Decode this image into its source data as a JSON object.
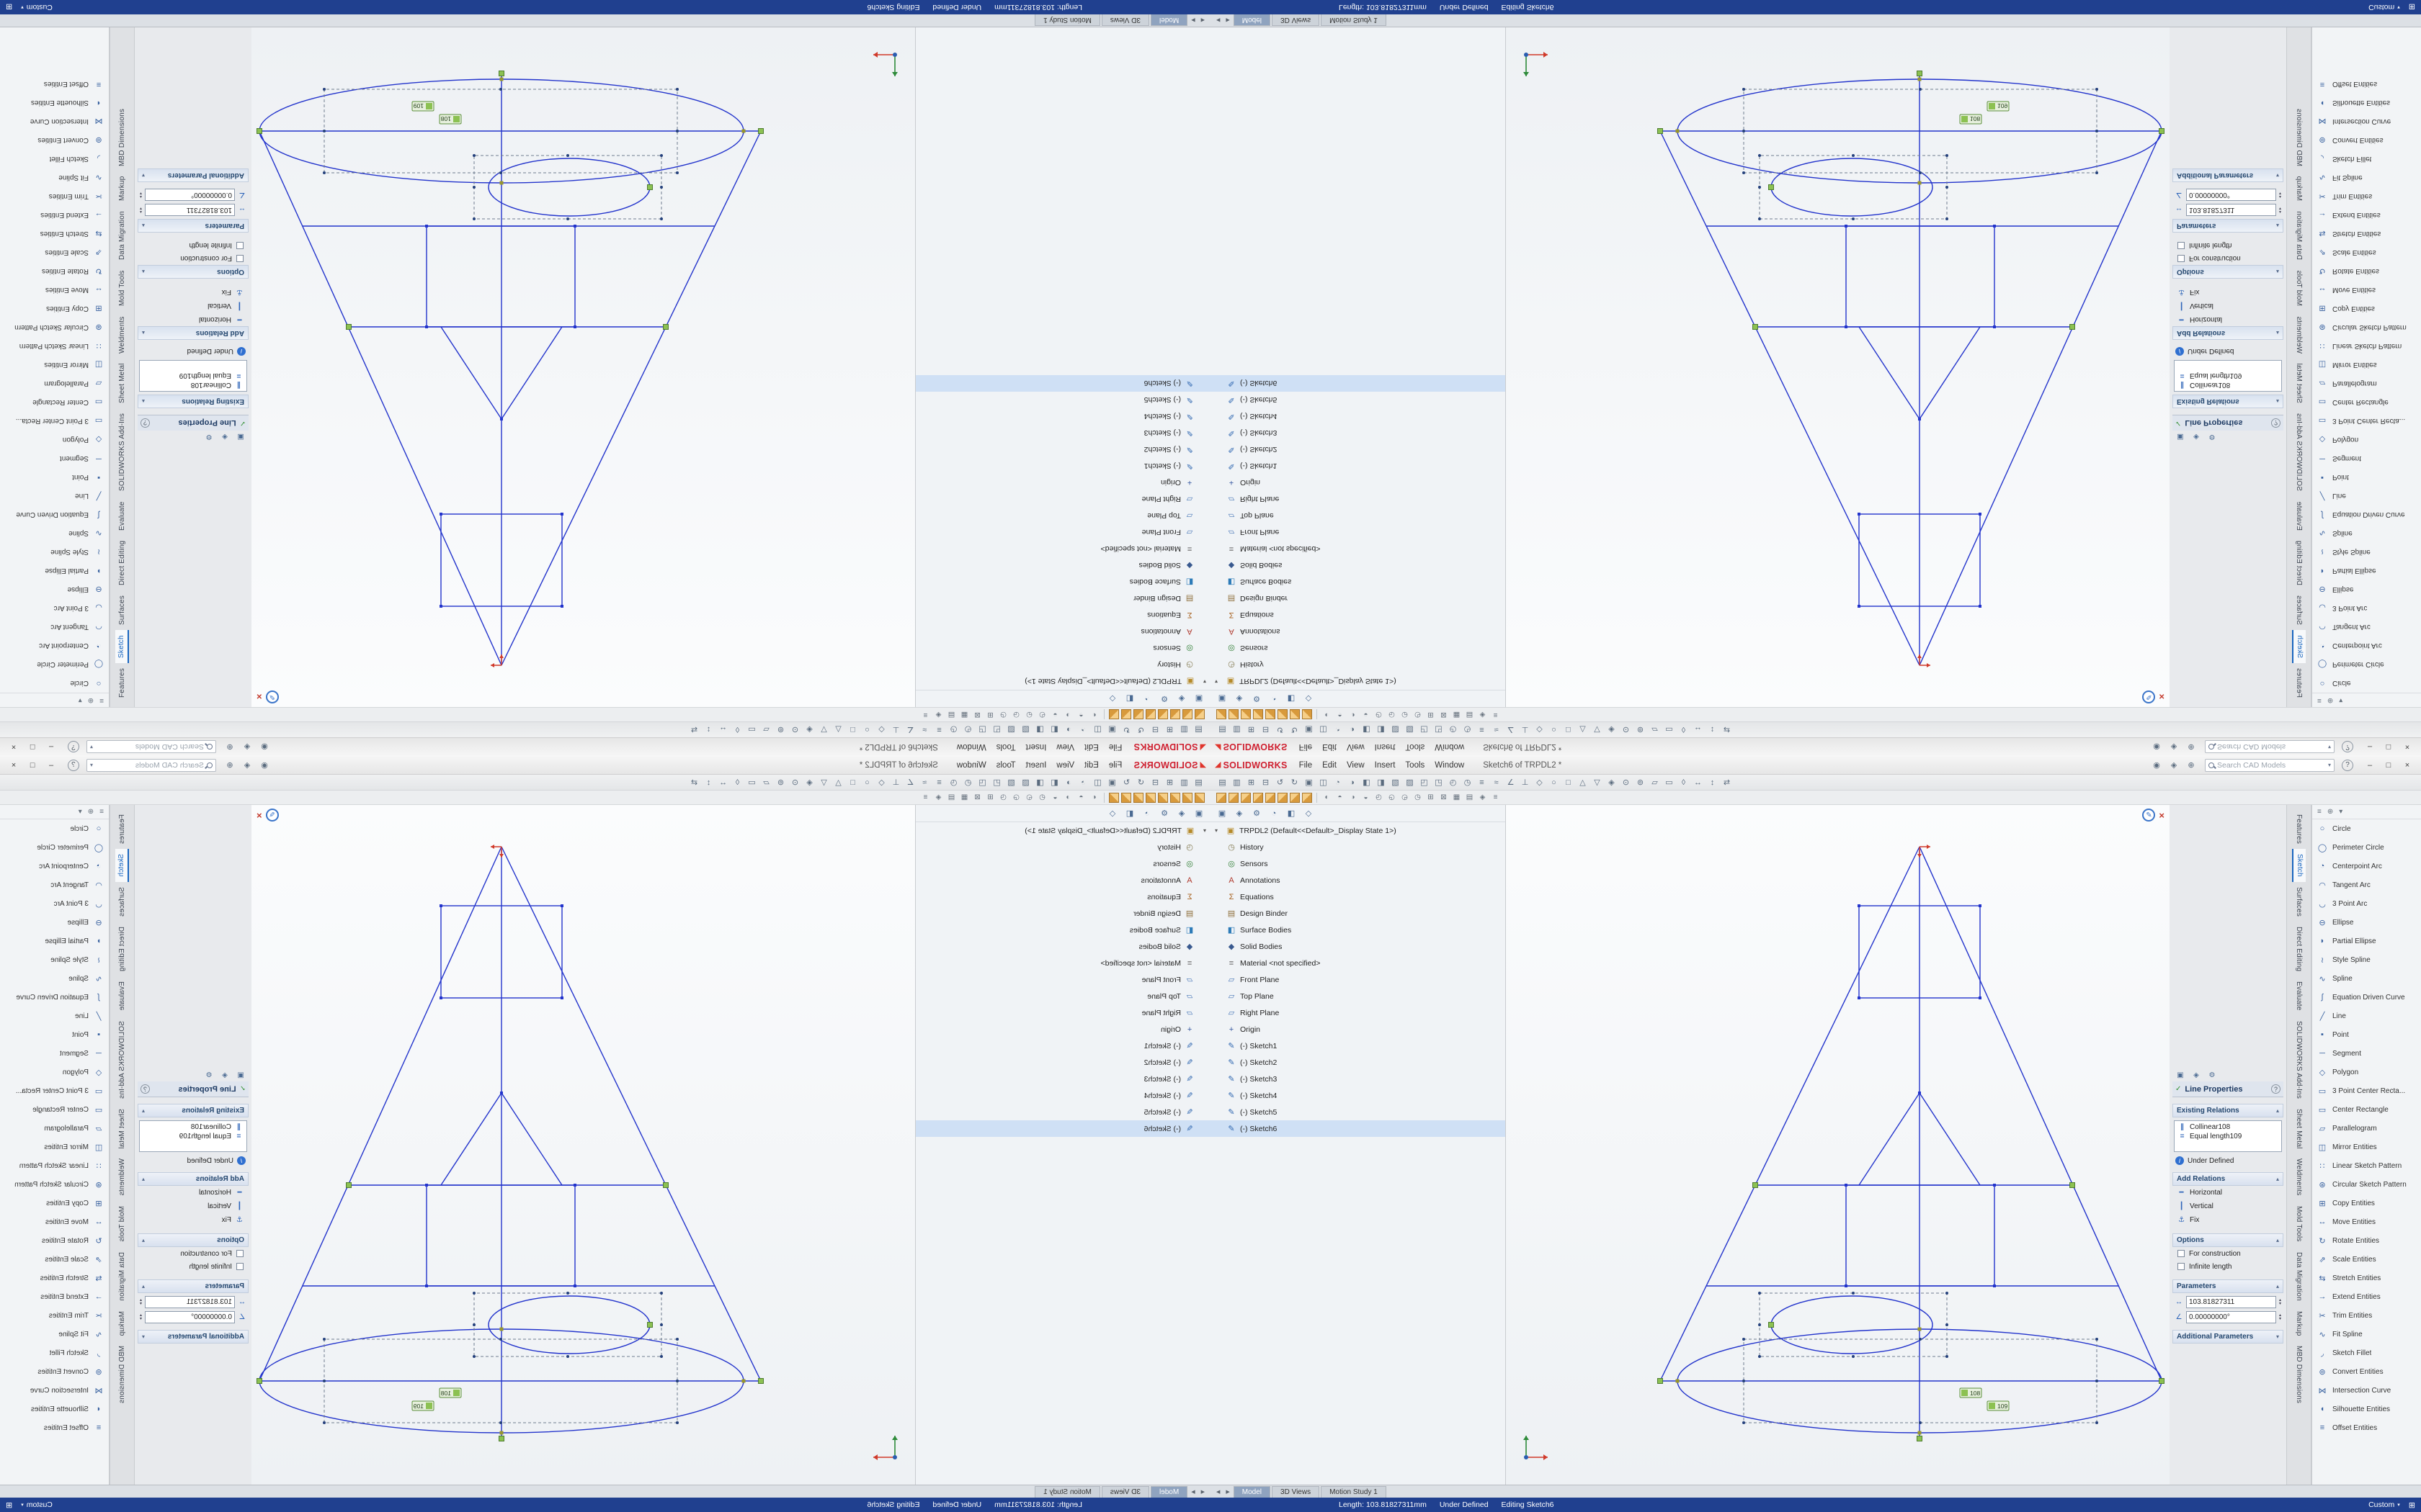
{
  "app": {
    "brand": "SOLIDWORKS",
    "doc_title": "Sketch6 of TRPDL2 *",
    "menus": [
      "File",
      "Edit",
      "View",
      "Insert",
      "Tools",
      "Window"
    ],
    "titlebar_icons": [
      "◉",
      "◈",
      "⊕"
    ],
    "search_placeholder": "Search CAD Models",
    "help": "?",
    "win": {
      "min": "–",
      "max": "□",
      "close": "×"
    }
  },
  "toolbars": {
    "row1": [
      "▤",
      "▥",
      "⊞",
      "⊟",
      "↺",
      "↻",
      "▣",
      "◫",
      "◔",
      "◑",
      "◧",
      "◨",
      "▧",
      "▨",
      "◰",
      "◳",
      "◴",
      "◷",
      "≡",
      "≈",
      "∠",
      "⊥",
      "◇",
      "○",
      "□",
      "△",
      "▽",
      "◈",
      "⊙",
      "⊚",
      "▱",
      "▭",
      "◊",
      "↔",
      "↕",
      "⇄"
    ],
    "view_cubes": [
      "view-front",
      "view-back",
      "view-left",
      "view-right",
      "view-top",
      "view-bottom",
      "view-isometric",
      "view-trimetric"
    ],
    "row2": [
      "◐",
      "◓",
      "◑",
      "◒",
      "◴",
      "◵",
      "◶",
      "◷",
      "⊞",
      "⊠",
      "▦",
      "▤",
      "◈",
      "≡"
    ]
  },
  "feature_tree": {
    "panel_tabs": [
      "▣",
      "◈",
      "⚙",
      "◔",
      "◧",
      "◇"
    ],
    "root": "TRPDL2 (Default<<Default>_Display State 1>)",
    "items": [
      {
        "icon": "◷",
        "color": "#857b52",
        "label": "History"
      },
      {
        "icon": "◎",
        "color": "#2e7d32",
        "label": "Sensors"
      },
      {
        "icon": "A",
        "color": "#b03a2e",
        "label": "Annotations"
      },
      {
        "icon": "Σ",
        "color": "#a8611f",
        "label": "Equations"
      },
      {
        "icon": "▤",
        "color": "#8d6e3a",
        "label": "Design Binder"
      },
      {
        "icon": "◧",
        "color": "#2d7bb8",
        "label": "Surface Bodies"
      },
      {
        "icon": "◆",
        "color": "#39598f",
        "label": "Solid Bodies"
      },
      {
        "icon": "≡",
        "color": "#6f6f6f",
        "label": "Material <not specified>"
      },
      {
        "icon": "▱",
        "color": "#4a78b8",
        "label": "Front Plane"
      },
      {
        "icon": "▱",
        "color": "#4a78b8",
        "label": "Top Plane"
      },
      {
        "icon": "▱",
        "color": "#4a78b8",
        "label": "Right Plane"
      },
      {
        "icon": "+",
        "color": "#35569f",
        "label": "Origin"
      },
      {
        "icon": "✎",
        "color": "#2e66b0",
        "label": "(-) Sketch1"
      },
      {
        "icon": "✎",
        "color": "#2e66b0",
        "label": "(-) Sketch2"
      },
      {
        "icon": "✎",
        "color": "#2e66b0",
        "label": "(-) Sketch3"
      },
      {
        "icon": "✎",
        "color": "#2e66b0",
        "label": "(-) Sketch4"
      },
      {
        "icon": "✎",
        "color": "#2e66b0",
        "label": "(-) Sketch5"
      },
      {
        "icon": "✎",
        "color": "#2e66b0",
        "label": "(-) Sketch6",
        "active": true
      }
    ]
  },
  "sketch": {
    "badge1": "108",
    "badge2": "109"
  },
  "line_properties": {
    "panel_tabs": [
      "▣",
      "◈",
      "⚙"
    ],
    "title": "Line Properties",
    "existing_relations": {
      "title": "Existing Relations",
      "items": [
        {
          "icon": "∥",
          "label": "Collinear108"
        },
        {
          "icon": "=",
          "label": "Equal length109"
        }
      ]
    },
    "state": "Under Defined",
    "add_relations": {
      "title": "Add Relations",
      "items": [
        {
          "icon": "━",
          "label": "Horizontal"
        },
        {
          "icon": "┃",
          "label": "Vertical"
        },
        {
          "icon": "⚓",
          "label": "Fix"
        }
      ]
    },
    "options": {
      "title": "Options",
      "items": [
        "For construction",
        "Infinite length"
      ]
    },
    "parameters": {
      "title": "Parameters",
      "fields": [
        {
          "icon": "↔",
          "value": "103.81827311"
        },
        {
          "icon": "∠",
          "value": "0.00000000°"
        }
      ]
    },
    "additional": {
      "title": "Additional Parameters"
    }
  },
  "command_tabs": [
    {
      "label": "Features"
    },
    {
      "label": "Sketch",
      "active": true
    },
    {
      "label": "Surfaces"
    },
    {
      "label": "Direct Editing"
    },
    {
      "label": "Evaluate"
    },
    {
      "label": "SOLIDWORKS Add-Ins"
    },
    {
      "label": "Sheet Metal"
    },
    {
      "label": "Weldments"
    },
    {
      "label": "Mold Tools"
    },
    {
      "label": "Data Migration"
    },
    {
      "label": "Markup"
    },
    {
      "label": "MBD Dimensions"
    }
  ],
  "tools_head": [
    "≡",
    "⊕",
    "▾"
  ],
  "sketch_tools": [
    {
      "icon": "○",
      "label": "Circle"
    },
    {
      "icon": "◯",
      "label": "Perimeter Circle"
    },
    {
      "icon": "◔",
      "label": "Centerpoint Arc"
    },
    {
      "icon": "◠",
      "label": "Tangent Arc"
    },
    {
      "icon": "◡",
      "label": "3 Point Arc"
    },
    {
      "icon": "⊖",
      "label": "Ellipse"
    },
    {
      "icon": "◗",
      "label": "Partial Ellipse"
    },
    {
      "icon": "≀",
      "label": "Style Spline"
    },
    {
      "icon": "∿",
      "label": "Spline"
    },
    {
      "icon": "∫",
      "label": "Equation Driven Curve"
    },
    {
      "icon": "╱",
      "label": "Line"
    },
    {
      "icon": "▪",
      "label": "Point"
    },
    {
      "icon": "─",
      "label": "Segment"
    },
    {
      "icon": "◇",
      "label": "Polygon"
    },
    {
      "icon": "▭",
      "label": "3 Point Center Recta..."
    },
    {
      "icon": "▭",
      "label": "Center Rectangle"
    },
    {
      "icon": "▱",
      "label": "Parallelogram"
    },
    {
      "icon": "◫",
      "label": "Mirror Entities"
    },
    {
      "icon": "∷",
      "label": "Linear Sketch Pattern"
    },
    {
      "icon": "⊛",
      "label": "Circular Sketch Pattern"
    },
    {
      "icon": "⊞",
      "label": "Copy Entities"
    },
    {
      "icon": "↔",
      "label": "Move Entities"
    },
    {
      "icon": "↻",
      "label": "Rotate Entities"
    },
    {
      "icon": "⇗",
      "label": "Scale Entities"
    },
    {
      "icon": "⇆",
      "label": "Stretch Entities"
    },
    {
      "icon": "→",
      "label": "Extend Entities"
    },
    {
      "icon": "✂",
      "label": "Trim Entities"
    },
    {
      "icon": "∿",
      "label": "Fit Spline"
    },
    {
      "icon": "◞",
      "label": "Sketch Fillet"
    },
    {
      "icon": "⊚",
      "label": "Convert Entities"
    },
    {
      "icon": "⋈",
      "label": "Intersection Curve"
    },
    {
      "icon": "◖",
      "label": "Silhouette Entities"
    },
    {
      "icon": "≡",
      "label": "Offset Entities"
    }
  ],
  "bottom_tabs": [
    {
      "label": "Model",
      "active": true
    },
    {
      "label": "3D Views"
    },
    {
      "label": "Motion Study 1"
    }
  ],
  "status": {
    "length": "Length: 103.81827311mm",
    "state": "Under Defined",
    "editing": "Editing Sketch6",
    "units": "Custom"
  }
}
